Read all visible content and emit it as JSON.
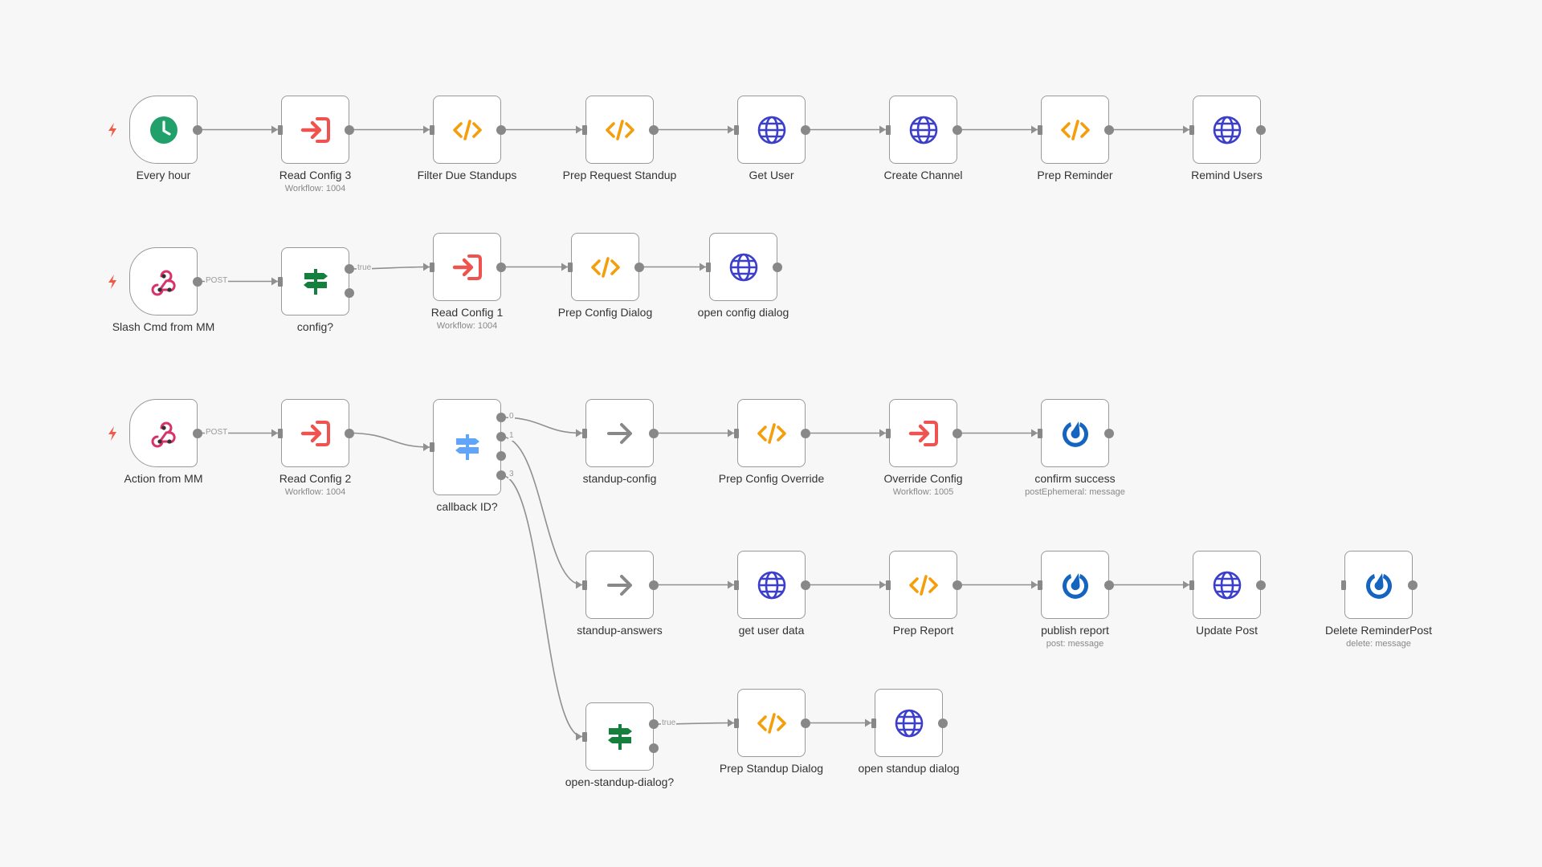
{
  "colors": {
    "code": "#f59e0b",
    "http": "#3b3fc9",
    "execute": "#ef5350",
    "if": "#15803d",
    "switch": "#60a5fa",
    "schedule": "#22a06b",
    "webhook_red": "#d6336c",
    "noop": "#888888",
    "mattermost": "#1565c0",
    "trigger_bolt": "#f25a48",
    "edge": "#909090"
  },
  "nodes": [
    {
      "id": "every_hour",
      "label": "Every hour",
      "icon": "clock-icon",
      "kind": "schedule",
      "trigger": true
    },
    {
      "id": "read_config_3",
      "label": "Read Config 3",
      "sub": "Workflow: 1004",
      "icon": "execute-workflow-icon",
      "kind": "execute"
    },
    {
      "id": "filter_due",
      "label": "Filter Due Standups",
      "icon": "code-icon",
      "kind": "code"
    },
    {
      "id": "prep_request",
      "label": "Prep Request Standup",
      "icon": "code-icon",
      "kind": "code"
    },
    {
      "id": "get_user",
      "label": "Get User",
      "icon": "globe-icon",
      "kind": "http"
    },
    {
      "id": "create_channel",
      "label": "Create Channel",
      "icon": "globe-icon",
      "kind": "http"
    },
    {
      "id": "prep_reminder",
      "label": "Prep Reminder",
      "icon": "code-icon",
      "kind": "code"
    },
    {
      "id": "remind_users",
      "label": "Remind Users",
      "icon": "globe-icon",
      "kind": "http"
    },
    {
      "id": "slash_cmd",
      "label": "Slash Cmd from MM",
      "icon": "webhook-icon",
      "kind": "webhook",
      "trigger": true
    },
    {
      "id": "config_q",
      "label": "config?",
      "icon": "signpost-icon",
      "kind": "if"
    },
    {
      "id": "read_config_1",
      "label": "Read Config 1",
      "sub": "Workflow: 1004",
      "icon": "execute-workflow-icon",
      "kind": "execute"
    },
    {
      "id": "prep_config_dialog",
      "label": "Prep Config Dialog",
      "icon": "code-icon",
      "kind": "code"
    },
    {
      "id": "open_config_dialog",
      "label": "open config dialog",
      "icon": "globe-icon",
      "kind": "http"
    },
    {
      "id": "action_mm",
      "label": "Action from MM",
      "icon": "webhook-icon",
      "kind": "webhook",
      "trigger": true
    },
    {
      "id": "read_config_2",
      "label": "Read Config 2",
      "sub": "Workflow: 1004",
      "icon": "execute-workflow-icon",
      "kind": "execute"
    },
    {
      "id": "callback_id",
      "label": "callback ID?",
      "icon": "signpost-icon",
      "kind": "switch"
    },
    {
      "id": "standup_config",
      "label": "standup-config",
      "icon": "arrow-right-icon",
      "kind": "noop"
    },
    {
      "id": "prep_config_override",
      "label": "Prep Config Override",
      "icon": "code-icon",
      "kind": "code"
    },
    {
      "id": "override_config",
      "label": "Override Config",
      "sub": "Workflow: 1005",
      "icon": "execute-workflow-icon",
      "kind": "execute"
    },
    {
      "id": "confirm_success",
      "label": "confirm success",
      "sub": "postEphemeral: message",
      "icon": "mattermost-icon",
      "kind": "mattermost"
    },
    {
      "id": "standup_answers",
      "label": "standup-answers",
      "icon": "arrow-right-icon",
      "kind": "noop"
    },
    {
      "id": "get_user_data",
      "label": "get user data",
      "icon": "globe-icon",
      "kind": "http"
    },
    {
      "id": "prep_report",
      "label": "Prep Report",
      "icon": "code-icon",
      "kind": "code"
    },
    {
      "id": "publish_report",
      "label": "publish report",
      "sub": "post: message",
      "icon": "mattermost-icon",
      "kind": "mattermost"
    },
    {
      "id": "update_post",
      "label": "Update Post",
      "icon": "globe-icon",
      "kind": "http"
    },
    {
      "id": "delete_reminder",
      "label": "Delete ReminderPost",
      "sub": "delete: message",
      "icon": "mattermost-icon",
      "kind": "mattermost"
    },
    {
      "id": "open_standup_q",
      "label": "open-standup-dialog?",
      "icon": "signpost-icon",
      "kind": "if"
    },
    {
      "id": "prep_standup_dialog",
      "label": "Prep Standup Dialog",
      "icon": "code-icon",
      "kind": "code"
    },
    {
      "id": "open_standup_dialog",
      "label": "open standup dialog",
      "icon": "globe-icon",
      "kind": "http"
    }
  ],
  "edges": [
    {
      "from": "every_hour",
      "to": "read_config_3"
    },
    {
      "from": "read_config_3",
      "to": "filter_due"
    },
    {
      "from": "filter_due",
      "to": "prep_request"
    },
    {
      "from": "prep_request",
      "to": "get_user"
    },
    {
      "from": "get_user",
      "to": "create_channel"
    },
    {
      "from": "create_channel",
      "to": "prep_reminder"
    },
    {
      "from": "prep_reminder",
      "to": "remind_users"
    },
    {
      "from": "slash_cmd",
      "to": "config_q",
      "label": "POST"
    },
    {
      "from": "config_q",
      "to": "read_config_1",
      "label": "true",
      "out": 0
    },
    {
      "from": "read_config_1",
      "to": "prep_config_dialog"
    },
    {
      "from": "prep_config_dialog",
      "to": "open_config_dialog"
    },
    {
      "from": "action_mm",
      "to": "read_config_2",
      "label": "POST"
    },
    {
      "from": "read_config_2",
      "to": "callback_id"
    },
    {
      "from": "callback_id",
      "to": "standup_config",
      "label": "0",
      "out": 0
    },
    {
      "from": "callback_id",
      "to": "standup_answers",
      "label": "1",
      "out": 1
    },
    {
      "from": "callback_id",
      "to": "open_standup_q",
      "label": "3",
      "out": 3
    },
    {
      "from": "standup_config",
      "to": "prep_config_override"
    },
    {
      "from": "prep_config_override",
      "to": "override_config"
    },
    {
      "from": "override_config",
      "to": "confirm_success"
    },
    {
      "from": "standup_answers",
      "to": "get_user_data"
    },
    {
      "from": "get_user_data",
      "to": "prep_report"
    },
    {
      "from": "prep_report",
      "to": "publish_report"
    },
    {
      "from": "publish_report",
      "to": "update_post"
    },
    {
      "from": "open_standup_q",
      "to": "prep_standup_dialog",
      "label": "true",
      "out": 0
    },
    {
      "from": "prep_standup_dialog",
      "to": "open_standup_dialog"
    }
  ]
}
